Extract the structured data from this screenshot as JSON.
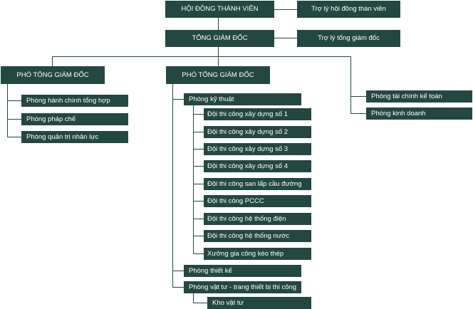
{
  "chart": {
    "board": "HỘI ĐỒNG THÀNH VIÊN",
    "board_assistant": "Trợ lý hội đồng thàn viên",
    "ceo": "TỔNG GIÁM ĐỐC",
    "ceo_assistant": "Trợ lý tổng giám đốc",
    "deputy_1": {
      "title": "PHÓ TỔNG GIÁM ĐỐC",
      "departments": [
        "Phòng hành chính tổng hợp",
        "Phòng pháp chế",
        "Phòng quản trị nhân lực"
      ]
    },
    "deputy_2": {
      "title": "PHÓ TỔNG GIÁM ĐỐC",
      "technical_dept": "Phòng kỹ thuật",
      "teams": [
        "Đội thi công xây dựng số 1",
        "Đội thi công xây dựng số 2",
        "Đội thi công xây dựng số 3",
        "Đội thi công xây dựng số 4",
        "Đội thi công san lấp cầu đường",
        "Đội thi công PCCC",
        "Đội thi công hệ thống điện",
        "Đội thi công hệ thống nước",
        "Xưởng gia công kèo thép"
      ],
      "design_dept": "Phòng thiết kế",
      "supply_dept": "Phòng vật tư - trang thiết bị thi công",
      "warehouse": "Kho vật tư"
    },
    "ceo_direct": [
      "Phòng tài chính kế toán",
      "Phòng kinh doanh"
    ]
  },
  "colors": {
    "box": "#234841",
    "text": "#ffffff",
    "line": "#234841"
  }
}
